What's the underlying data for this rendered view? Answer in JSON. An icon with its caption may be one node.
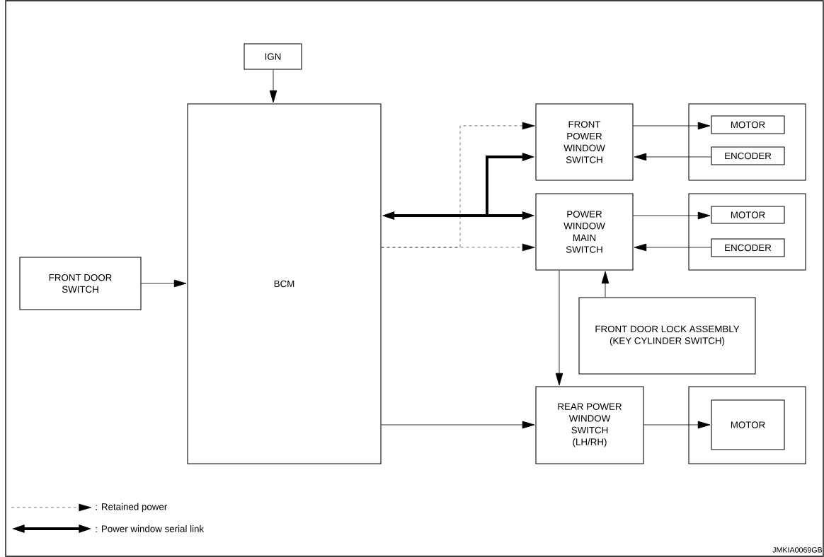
{
  "diagram": {
    "nodes": [
      {
        "text": [
          "IGN"
        ]
      },
      {
        "text": [
          "BCM"
        ]
      },
      {
        "text": [
          "FRONT DOOR SWITCH"
        ]
      },
      {
        "text": [
          "FRONT POWER WINDOW SWITCH"
        ]
      },
      {
        "text": [],
        "shape": "box"
      },
      {
        "text": [
          "MOTOR"
        ],
        "in": 4
      },
      {
        "text": [
          "ENCODER"
        ],
        "in": 4
      },
      {
        "text": [
          "POWER WINDOW MAIN SWITCH"
        ]
      },
      {
        "text": [],
        "shape": "box"
      },
      {
        "text": [
          "MOTOR"
        ],
        "in": 8
      },
      {
        "text": [
          "ENCODER"
        ],
        "in": 8
      },
      {
        "text": [
          "FRONT DOOR LOCK ASSEMBLY (KEY CYLINDER SWITCH)"
        ]
      },
      {
        "text": [
          "REAR POWER WINDOW SWITCH (LH/RH)"
        ]
      },
      {
        "text": [],
        "shape": "box"
      },
      {
        "text": [
          "MOTOR"
        ],
        "in": 13
      }
    ],
    "edges": [
      {
        "from": 0,
        "to": 1,
        "arrow": "to"
      },
      {
        "from": 2,
        "to": 1,
        "arrow": "to"
      },
      {
        "from": 1,
        "to": 3,
        "arrow": "to",
        "style": "dashed"
      },
      {
        "from": 1,
        "to": 7,
        "arrow": "to",
        "style": "dashed"
      },
      {
        "from": 1,
        "to": 3,
        "arrow": "both",
        "style": "thick"
      },
      {
        "from": 1,
        "to": 7,
        "arrow": "both",
        "style": "thick"
      },
      {
        "from": 3,
        "to": 5,
        "arrow": "to"
      },
      {
        "from": 6,
        "to": 3,
        "arrow": "to"
      },
      {
        "from": 7,
        "to": 9,
        "arrow": "to"
      },
      {
        "from": 10,
        "to": 7,
        "arrow": "to"
      },
      {
        "from": 11,
        "to": 7,
        "arrow": "to"
      },
      {
        "from": 7,
        "to": 12,
        "arrow": "to"
      },
      {
        "from": 1,
        "to": 12,
        "arrow": "to"
      },
      {
        "from": 12,
        "to": 14,
        "arrow": "to"
      }
    ],
    "labels": [
      "JMKIA0069GB"
    ],
    "legend": [
      {
        "text": ": Retained power"
      },
      {
        "text": ": Power window serial link"
      }
    ]
  }
}
